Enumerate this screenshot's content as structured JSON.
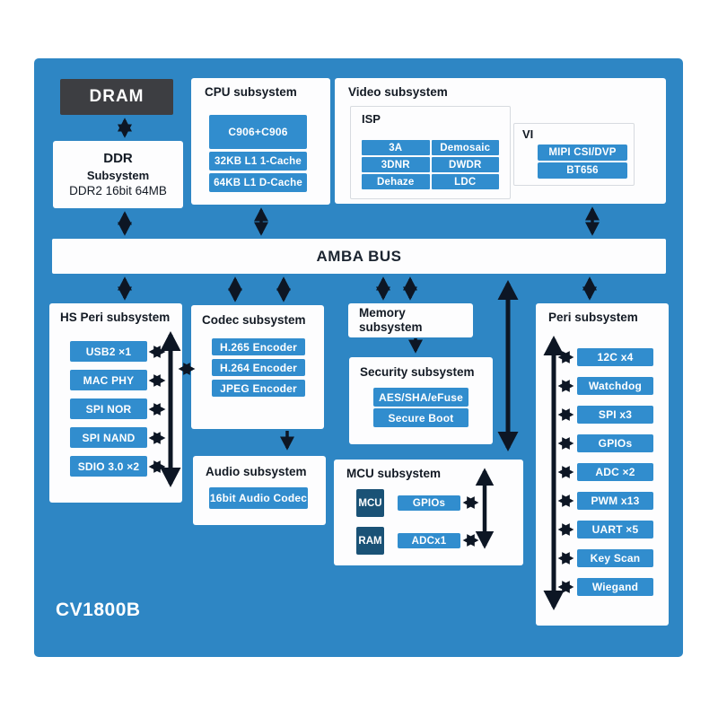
{
  "chip": {
    "name": "CV1800B"
  },
  "colors": {
    "panel_blue": "#2e86c4",
    "bar_blue": "#318dce",
    "dram_gray": "#3d3e42",
    "dark_navy": "#1a5276",
    "arrow": "#0d1624",
    "box_white": "#fdfdfe"
  },
  "dram": {
    "label": "DRAM"
  },
  "ddr": {
    "line1": "DDR",
    "line2": "Subsystem",
    "line3": "DDR2 16bit 64MB"
  },
  "cpu": {
    "title": "CPU subsystem",
    "core": "C906+C906",
    "caches": [
      "32KB L1 1-Cache",
      "64KB L1 D-Cache"
    ]
  },
  "video": {
    "title": "Video subsystem",
    "isp": {
      "title": "ISP",
      "cells": [
        "3A",
        "Demosaic",
        "3DNR",
        "DWDR",
        "Dehaze",
        "LDC"
      ]
    },
    "vi": {
      "title": "VI",
      "items": [
        "MIPI CSI/DVP",
        "BT656"
      ]
    }
  },
  "bus": {
    "label": "AMBA BUS"
  },
  "hs_peri": {
    "title": "HS Peri subsystem",
    "items": [
      "USB2 ×1",
      "MAC PHY",
      "SPI NOR",
      "SPI NAND",
      "SDIO 3.0 ×2"
    ]
  },
  "codec": {
    "title": "Codec subsystem",
    "items": [
      "H.265 Encoder",
      "H.264 Encoder",
      "JPEG Encoder"
    ]
  },
  "audio": {
    "title": "Audio subsystem",
    "codec_label": "16bit Audio Codec"
  },
  "memory": {
    "title": "Memory subsystem"
  },
  "security": {
    "title": "Security subsystem",
    "items": [
      "AES/SHA/eFuse",
      "Secure Boot"
    ]
  },
  "mcu": {
    "title": "MCU subsystem",
    "blocks": [
      "MCU",
      "RAM"
    ],
    "peripherals": [
      "GPIOs",
      "ADCx1"
    ]
  },
  "peri": {
    "title": "Peri subsystem",
    "items": [
      "12C x4",
      "Watchdog",
      "SPI x3",
      "GPIOs",
      "ADC ×2",
      "PWM x13",
      "UART ×5",
      "Key Scan",
      "Wiegand"
    ]
  }
}
